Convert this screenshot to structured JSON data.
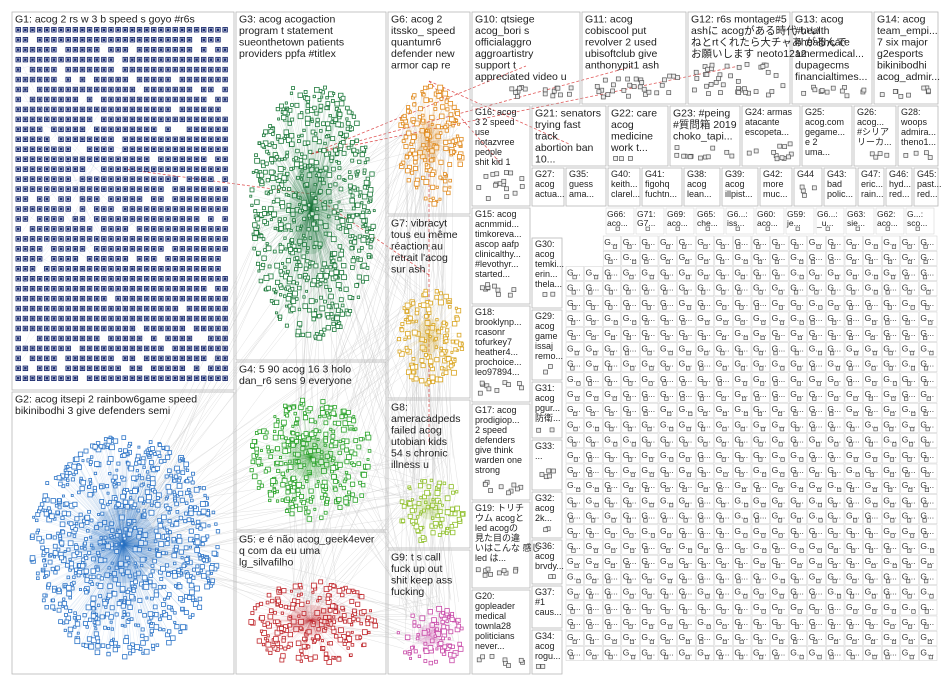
{
  "graph": {
    "groups": [
      {
        "id": "G1",
        "label": "G1: acog 2 rs w 3 b speed s goyo #r6s",
        "color": "#1a2a6c",
        "style": "grid"
      },
      {
        "id": "G2",
        "label": "G2: acog itsepi 2 rainbow6game speed bikinibodhi 3 give defenders semi",
        "color": "#2e75c7",
        "style": "cluster"
      },
      {
        "id": "G3",
        "label": "G3: acog acogaction program t statement sueonthetown patients providers ppfa #titlex",
        "color": "#1e7a3c",
        "style": "cluster"
      },
      {
        "id": "G4",
        "label": "G4: 5 90 acog 16 3 holo dan_r6 sens 9 everyone",
        "color": "#2aa32a",
        "style": "cluster"
      },
      {
        "id": "G5",
        "label": "G5: e é não acog_geek4ever q com da eu uma lg_silvafilho",
        "color": "#c0282d",
        "style": "cluster"
      },
      {
        "id": "G6",
        "label": "G6: acog 2 itssko_ speed quantumr6 defender new armor cap re",
        "color": "#e08a1e",
        "style": "cluster"
      },
      {
        "id": "G7",
        "label": "G7: vibracyt tous eu même réaction au retrait l'acog sur ash",
        "color": "#d9a521",
        "style": "cluster"
      },
      {
        "id": "G8",
        "label": "G8: ameracadpeds failed acog utobian kids 54 s chronic illness u",
        "color": "#8fbf2a",
        "style": "cluster"
      },
      {
        "id": "G9",
        "label": "G9: t s call fuck up out shit keep ass fucking",
        "color": "#c84aa8",
        "style": "cluster"
      },
      {
        "id": "G10",
        "label": "G10: qtsiege acog_bori s officialaggro aggroartistry support t appreciated video u",
        "color": "#7a7a7a",
        "style": "small"
      },
      {
        "id": "G11",
        "label": "G11: acog cobiscool put revolver 2 used ubisoftclub give anthonypit1 ash",
        "color": "#7a7a7a",
        "style": "small"
      },
      {
        "id": "G12",
        "label": "G12: r6s montage#5 ashに acogがある時代 いい ねとrtくれたら大チャあ がるんで お願いします neoto1212",
        "color": "#7a7a7a",
        "style": "small"
      },
      {
        "id": "G13",
        "label": "G13: acog #health #healthcare amermedical... dupagecms financialtimes...",
        "color": "#7a7a7a",
        "style": "small"
      },
      {
        "id": "G14",
        "label": "G14: acog team_empi... 7 six major g2esports bikinibodhi acog_admir...",
        "color": "#7a7a7a",
        "style": "small"
      },
      {
        "id": "G15",
        "label": "G15: acog acnmmid... timkoreva... ascop aafp clinicalthy... #levothyr... started...",
        "color": "#7a7a7a",
        "style": "small"
      },
      {
        "id": "G16",
        "label": "G16: acog 3 2 speed use notazvree people shit kid 1",
        "color": "#7a7a7a",
        "style": "small"
      },
      {
        "id": "G17",
        "label": "G17: acog prodigiop... 2 speed defenders give think warden one strong",
        "color": "#7a7a7a",
        "style": "small"
      },
      {
        "id": "G18",
        "label": "G18: brooklynp... rcasonr tofurkey7 heather4... prochoice... leo97894...",
        "color": "#7a7a7a",
        "style": "small"
      },
      {
        "id": "G19",
        "label": "G19: トリチ ウム acogと led acogの 見た目の違 いはこんな 感じ led は...",
        "color": "#7a7a7a",
        "style": "small"
      },
      {
        "id": "G20",
        "label": "G20: gopleader medical townla28 politicians never...",
        "color": "#7a7a7a",
        "style": "small"
      },
      {
        "id": "G21",
        "label": "G21: senators trying fast track abortion ban 10...",
        "color": "#7a7a7a",
        "style": "small"
      },
      {
        "id": "G22",
        "label": "G22: care acog medicine work t...",
        "color": "#7a7a7a",
        "style": "small"
      },
      {
        "id": "G23",
        "label": "G23: #peing #質問箱 2019 choko_tapi...",
        "color": "#7a7a7a",
        "style": "small"
      },
      {
        "id": "G24",
        "label": "G24: armas atacante escopeta...",
        "color": "#7a7a7a",
        "style": "small"
      },
      {
        "id": "G25",
        "label": "G25: acog.com gegame... e 2 uma...",
        "color": "#7a7a7a",
        "style": "small"
      },
      {
        "id": "G26",
        "label": "G26: acog... #シリア リーカ...",
        "color": "#7a7a7a",
        "style": "small"
      },
      {
        "id": "G28",
        "label": "G28: woops admira... theno1...",
        "color": "#7a7a7a",
        "style": "small"
      },
      {
        "id": "G27",
        "label": "G27: acog actua...",
        "color": "#7a7a7a",
        "style": "small"
      },
      {
        "id": "G35",
        "label": "G35: guess ama...",
        "color": "#7a7a7a",
        "style": "small"
      },
      {
        "id": "G40",
        "label": "G40: keith... clarel...",
        "color": "#7a7a7a",
        "style": "small"
      },
      {
        "id": "G41",
        "label": "G41: figohq fuchtn...",
        "color": "#7a7a7a",
        "style": "small"
      },
      {
        "id": "G38",
        "label": "G38: acog lean...",
        "color": "#7a7a7a",
        "style": "small"
      },
      {
        "id": "G39",
        "label": "G39: acog illpist...",
        "color": "#7a7a7a",
        "style": "small"
      },
      {
        "id": "G42",
        "label": "G42: more muc...",
        "color": "#7a7a7a",
        "style": "small"
      },
      {
        "id": "G44",
        "label": "G44",
        "color": "#7a7a7a",
        "style": "small"
      },
      {
        "id": "G43",
        "label": "G43: bad polic...",
        "color": "#7a7a7a",
        "style": "small"
      },
      {
        "id": "G47",
        "label": "G47: eric... rain...",
        "color": "#7a7a7a",
        "style": "small"
      },
      {
        "id": "G46",
        "label": "G46: hyd... red...",
        "color": "#7a7a7a",
        "style": "small"
      },
      {
        "id": "G45",
        "label": "G45: past... red...",
        "color": "#7a7a7a",
        "style": "small"
      },
      {
        "id": "G30",
        "label": "G30: acog temki... erin... thela...",
        "color": "#7a7a7a",
        "style": "small"
      },
      {
        "id": "G29",
        "label": "G29: acog game issaj remo...",
        "color": "#7a7a7a",
        "style": "small"
      },
      {
        "id": "G31",
        "label": "G31: acog pgur... 防衛...",
        "color": "#7a7a7a",
        "style": "small"
      },
      {
        "id": "G33",
        "label": "G33: ...",
        "color": "#7a7a7a",
        "style": "small"
      },
      {
        "id": "G32",
        "label": "G32: acog 2k...",
        "color": "#7a7a7a",
        "style": "small"
      },
      {
        "id": "G36",
        "label": "G36: acog brvdy...",
        "color": "#7a7a7a",
        "style": "small"
      },
      {
        "id": "G37",
        "label": "G37: #1 caus...",
        "color": "#7a7a7a",
        "style": "small"
      },
      {
        "id": "G34",
        "label": "G34: acog rogu...",
        "color": "#7a7a7a",
        "style": "small"
      },
      {
        "id": "G58",
        "label": "G58:",
        "color": "#7a7a7a",
        "style": "small"
      },
      {
        "id": "G4x",
        "label": "G4...",
        "color": "#7a7a7a",
        "style": "small"
      },
      {
        "id": "G6x",
        "label": "G6...",
        "color": "#7a7a7a",
        "style": "small"
      }
    ],
    "bottom_row_labels": [
      "G66: aco...",
      "G71: G7...",
      "G69: aco...",
      "G65: che...",
      "G6...: iss...",
      "G60: aco...",
      "G59: je...",
      "G6...: _u...",
      "G63: sie...",
      "G62: aco...",
      "G...: sco..."
    ],
    "mini_label": "G..."
  }
}
